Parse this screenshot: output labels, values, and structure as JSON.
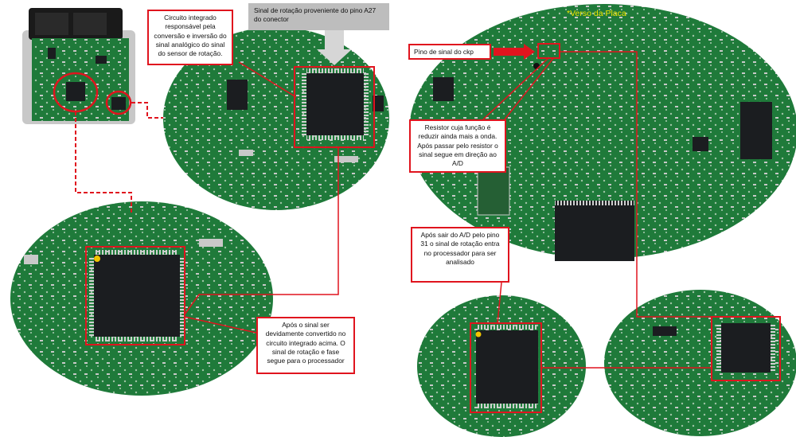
{
  "colors": {
    "pcb": "#1f7a3a",
    "pcb_dark": "#155c2a",
    "pcb_light": "#2f9a4e",
    "highlight": "#e0141e",
    "callout_gray": "#bdbdbd",
    "title_yellow": "#f2e600",
    "chip": "#1b1d20"
  },
  "labels": {
    "ic_top": "Circuito integrado\nresponsável pela\nconversão e inversão do\nsinal analógico do sinal\ndo sensor de rotação.",
    "signal_source": "Sinal de rotação proveniente do pino\nA27 do conector",
    "board_back": "*Verso da Placa",
    "ckp_pin": "Pino de sinal do ckp",
    "resistor": "Resistor cuja função é\nreduzir ainda mais a onda.\nApós passar pelo resistor o\nsinal segue em direção ao\nA/D",
    "after_ad": "Após sair do A/D pelo pino\n31 o sinal de rotação entra\nno processador para ser\nanalisado",
    "after_conversion": "Após o sinal ser\ndevidamente convertido no\ncircuito integrado acima. O\nsinal de rotação e fase\nsegue para o processador"
  }
}
